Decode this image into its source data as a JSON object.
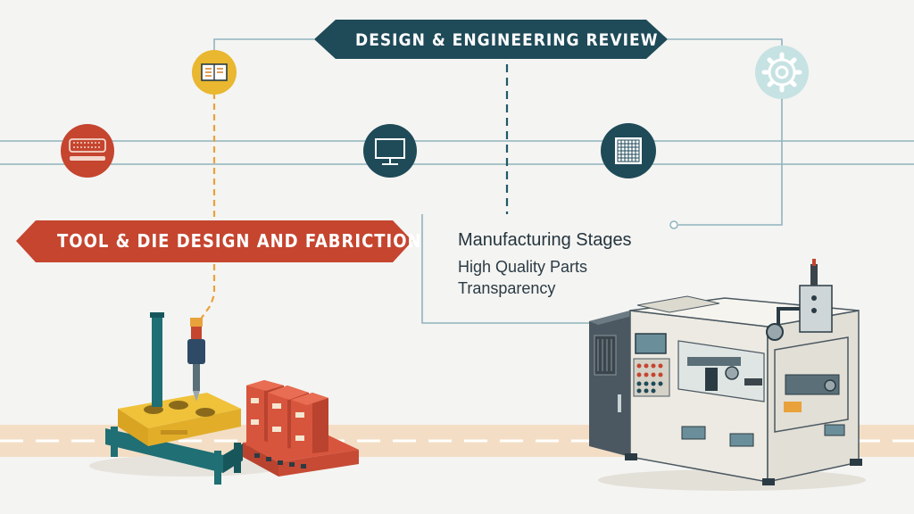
{
  "banners": {
    "top": "DESIGN & ENGINEERING REVIEW",
    "left": "TOOL & DIE DESIGN AND FABRICTION"
  },
  "notes": {
    "title": "Manufacturing Stages",
    "line1": "High Quality  Parts",
    "line2": "Transparency"
  },
  "icons": {
    "timeline": [
      "keyboard-icon",
      "monitor-icon",
      "grid-panel-icon"
    ],
    "upper": [
      "blueprint-book-icon",
      "gear-icon"
    ]
  },
  "colors": {
    "navy": "#1f4a58",
    "red": "#c5452f",
    "yellow": "#e9b730",
    "teal_line": "#8fb4bd",
    "orange_dash": "#e9a23b",
    "floor_band": "#f2dcc0",
    "gear_circle": "#c6e2e3"
  }
}
